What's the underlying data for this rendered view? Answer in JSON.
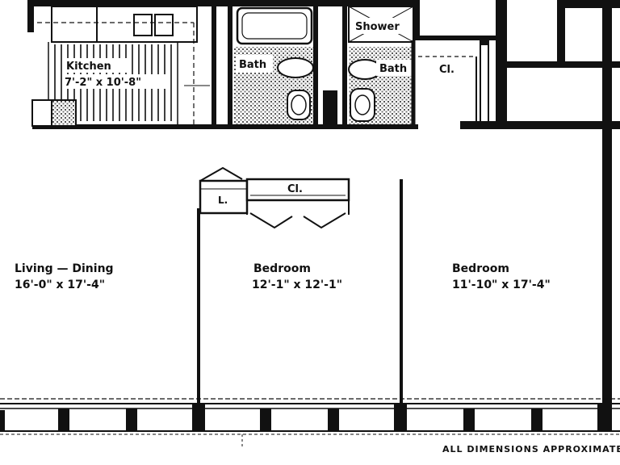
{
  "rooms": {
    "kitchen": {
      "name": "Kitchen",
      "dims": "7'-2\" x 10'-8\""
    },
    "bath1": {
      "name": "Bath"
    },
    "shower": {
      "name": "Shower"
    },
    "bath2": {
      "name": "Bath"
    },
    "closet_top": {
      "name": "Cl."
    },
    "closet_mid": {
      "name": "Cl."
    },
    "linen": {
      "name": "L."
    },
    "living": {
      "name": "Living — Dining",
      "dims": "16'-0\" x 17'-4\""
    },
    "bedroom1": {
      "name": "Bedroom",
      "dims": "12'-1\" x 12'-1\""
    },
    "bedroom2": {
      "name": "Bedroom",
      "dims": "11'-10\" x 17'-4\""
    }
  },
  "footer": {
    "note": "ALL DIMENSIONS APPROXIMATE"
  },
  "colors": {
    "wall": "#111111",
    "paper": "#ffffff",
    "tile": "#555555"
  }
}
